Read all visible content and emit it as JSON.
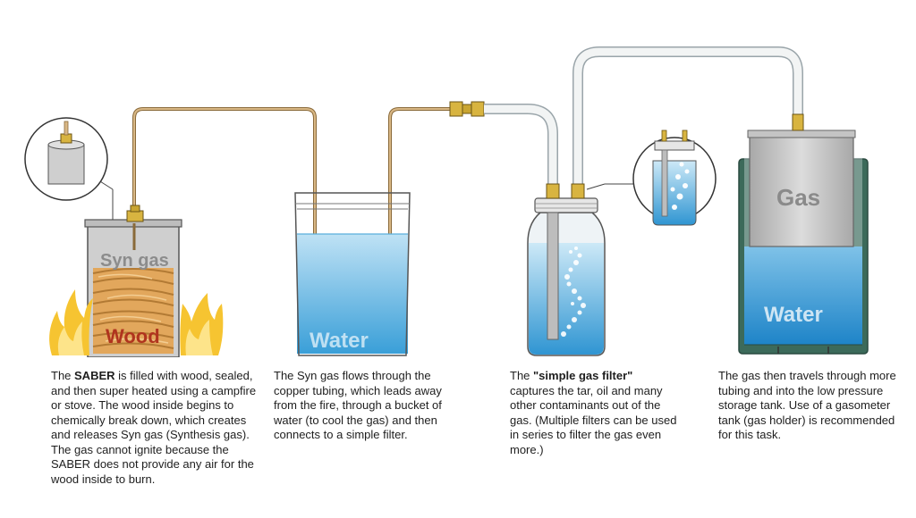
{
  "labels": {
    "syn_gas": "Syn gas",
    "wood": "Wood",
    "water_bucket": "Water",
    "gas": "Gas",
    "water_tank": "Water"
  },
  "captions": {
    "step1": {
      "pre": "The ",
      "bold": "SABER",
      "post": " is filled with wood, sealed, and then super heated using a campfire or stove. The wood inside begins to chemically break down, which creates and releases Syn gas (Synthesis gas). The gas cannot ignite because the SABER does not provide any air for the wood inside to burn."
    },
    "step2": {
      "text": "The Syn gas flows through the copper tubing, which leads away from the fire, through a bucket of water (to cool the gas) and then connects to a simple filter."
    },
    "step3": {
      "pre": "The ",
      "bold": "\"simple gas filter\"",
      "post": " captures the tar, oil and many other contaminants out of the gas. (Multiple filters can be used in series to filter the gas even more.)"
    },
    "step4": {
      "text": "The gas then travels through more tubing and into the low pressure storage tank. Use of a gasometer tank (gas holder) is recommended for this task."
    }
  },
  "colors": {
    "copper": "#c8a06a",
    "water": "#4aa8dc",
    "water_light": "#bfe2f5",
    "tank_green": "#3c6a5a",
    "flame": "#f6c431",
    "brass": "#d8b440",
    "gas_holder": "#b8b8b8"
  }
}
